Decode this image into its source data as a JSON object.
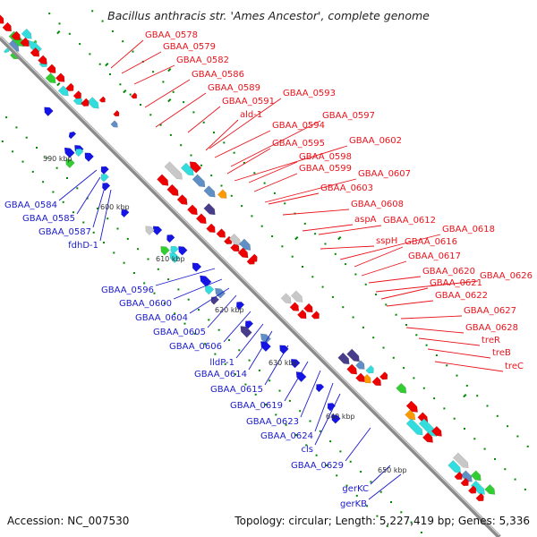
{
  "map": {
    "title": "Bacillus anthracis str. 'Ames Ancestor', complete genome",
    "accession": "Accession: NC_007530",
    "topology": "Topology: circular; Length: 5,227,419 bp; Genes: 5,336"
  },
  "colors": {
    "forward_label": "#e8141c",
    "reverse_label": "#1a1acc",
    "backbone": "#8a8a8a",
    "gene_red": "#ee0000",
    "gene_blue": "#1414e6",
    "gene_grey": "#c8c8c8",
    "gene_cyan": "#33dddd",
    "gene_steel": "#5f8fc5",
    "gene_navy": "#483d8b",
    "gene_green": "#33cc33",
    "gene_orange": "#ff9900",
    "tick_green": "#008800"
  },
  "kbp_ticks": [
    "590 kbp",
    "600 kbp",
    "610 kbp",
    "620 kbp",
    "630 kbp",
    "640 kbp",
    "650 kbp"
  ],
  "forward_labels": [
    "GBAA_0578",
    "GBAA_0579",
    "GBAA_0582",
    "GBAA_0586",
    "GBAA_0589",
    "GBAA_0591",
    "GBAA_0593",
    "ald-1",
    "GBAA_0594",
    "GBAA_0597",
    "GBAA_0595",
    "GBAA_0602",
    "GBAA_0598",
    "GBAA_0599",
    "GBAA_0607",
    "GBAA_0603",
    "GBAA_0608",
    "aspA",
    "GBAA_0612",
    "sspH",
    "GBAA_0618",
    "GBAA_0616",
    "GBAA_0617",
    "GBAA_0620",
    "GBAA_0626",
    "GBAA_0621",
    "GBAA_0622",
    "GBAA_0627",
    "GBAA_0628",
    "treR",
    "treB",
    "treC"
  ],
  "reverse_labels": [
    "GBAA_0584",
    "GBAA_0585",
    "GBAA_0587",
    "fdhD-1",
    "GBAA_0596",
    "GBAA_0600",
    "GBAA_0604",
    "GBAA_0605",
    "GBAA_0606",
    "lldP-1",
    "GBAA_0614",
    "GBAA_0615",
    "GBAA_0619",
    "GBAA_0623",
    "GBAA_0624",
    "cls",
    "GBAA_0629",
    "gerKC",
    "gerKB"
  ]
}
